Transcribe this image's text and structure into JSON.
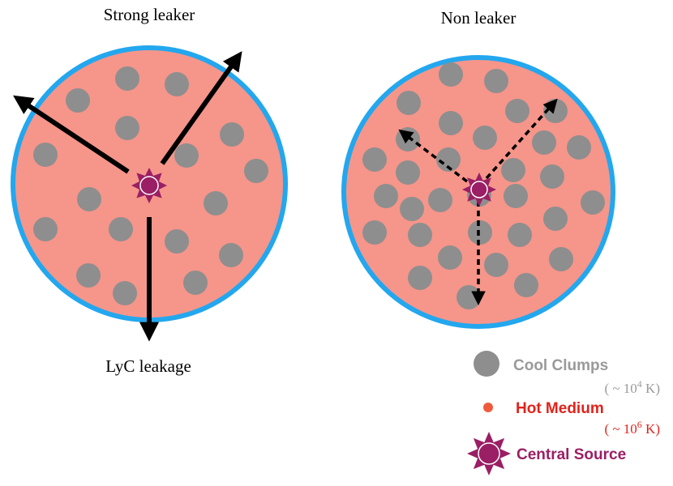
{
  "panels": {
    "left_title": "Strong leaker",
    "right_title": "Non leaker",
    "leak_label": "LyC  leakage"
  },
  "legend": {
    "cool_label": "Cool Clumps",
    "cool_temp_open": "( ~ 10",
    "cool_temp_exp": "4",
    "cool_temp_close": " K)",
    "hot_label": "Hot Medium",
    "hot_temp_open": "( ~ 10",
    "hot_temp_exp": "6",
    "hot_temp_close": " K)",
    "source_label": "Central Source"
  },
  "colors": {
    "medium": "#f6958a",
    "boundary": "#23a7ee",
    "clump": "#8e8e8e",
    "source": "#9a1f64",
    "hot_text": "#e0231c",
    "cool_text": "#9a9a9a",
    "source_text": "#9a1f64"
  }
}
